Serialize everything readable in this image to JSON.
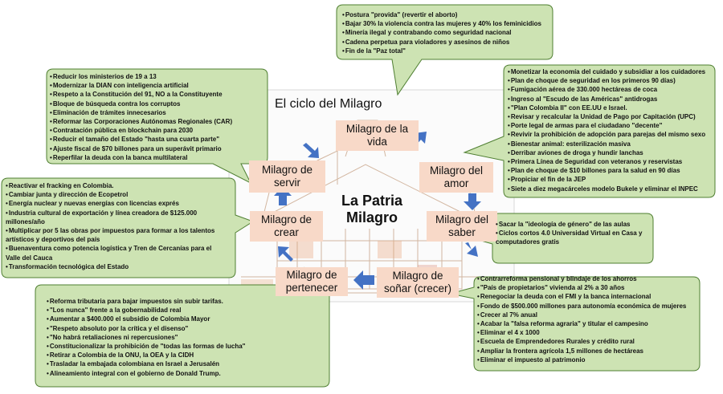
{
  "diagram": {
    "title": "El ciclo del Milagro",
    "center_label": "La Patria\nMilagro",
    "colors": {
      "bubble_fill": "#cde3b3",
      "bubble_stroke": "#4f7f32",
      "node_fill": "#f8d9c8",
      "arrow": "#4472c4"
    },
    "nodes": {
      "vida": "Milagro de la\nvida",
      "amor": "Milagro del\namor",
      "saber": "Milagro del\nsaber",
      "sonar": "Milagro de\nsoñar (crecer)",
      "pertenecer": "Milagro de\npertenecer",
      "crear": "Milagro de\ncrear",
      "servir": "Milagro de\nservir"
    },
    "bubbles": {
      "vida": [
        "Postura \"provida\" (revertir el aborto)",
        "Bajar 30% la violencia contra las mujeres y 40% los feminicidios",
        "Minería ilegal y contrabando como seguridad nacional",
        "Cadena perpetua para violadores y asesinos de niños",
        "Fin de la \"Paz total\""
      ],
      "amor": [
        "Monetizar la economía del cuidado y subsidiar a los cuidadores",
        "Plan de choque de seguridad en los primeros 90 días)",
        "Fumigación aérea de 330.000 hectáreas de coca",
        "Ingreso al \"Escudo de las Américas\" antidrogas",
        "\"Plan Colombia II\" con EE.UU e Israel.",
        "Revisar y recalcular la Unidad de Pago por Capitación (UPC)",
        "Porte legal de armas para el ciudadano \"decente\"",
        "Revivir la prohibición de adopción para parejas del mismo sexo",
        "Bienestar animal: esterilización masiva",
        "Derribar aviones de droga y hundir lanchas",
        "Primera Línea de Seguridad con veteranos y reservistas",
        "Plan de choque de $10 billones para la salud en 90 días",
        "Propiciar el fin de la JEP",
        "Siete a diez megacárceles modelo Bukele y eliminar el INPEC"
      ],
      "saber": [
        "Sacar la \"ideología de género\" de las aulas",
        "Ciclos cortos 4.0 Universidad Virtual en Casa y computadores gratis"
      ],
      "sonar": [
        "Contrarreforma pensional y blindaje de los ahorros",
        "\"País de propietarios\" vivienda al 2% a 30 años",
        "Renegociar la deuda con el FMI y la banca internacional",
        "Fondo de $500.000 millones para autonomía económica de mujeres",
        "Crecer al 7% anual",
        "Acabar la \"falsa reforma agraria\" y titular el campesino",
        "Eliminar el 4 x 1000",
        "Escuela de Emprendedores Rurales y crédito rural",
        "Ampliar la frontera agrícola 1,5 millones de hectáreas",
        "Eliminar el impuesto al patrimonio"
      ],
      "pertenecer": [
        "Reforma tributaria para bajar impuestos sin subir tarifas.",
        "\"Los nunca\" frente a la gobernabilidad real",
        "Aumentar a $400.000 el subsidio de Colombia Mayor",
        "\"Respeto absoluto por la crítica y el disenso\"",
        "\"No habrá retaliaciones ni repercusiones\"",
        "Constitucionalizar la prohibición de \"todas las formas de lucha\"",
        "Retirar a Colombia de la ONU, la OEA y la CIDH",
        "Trasladar la embajada colombiana en Israel a Jerusalén",
        "Alineamiento integral con el gobierno de Donald Trump."
      ],
      "crear": [
        "Reactivar el fracking en Colombia.",
        "Cambiar junta y dirección de Ecopetrol",
        "Energía nuclear y nuevas energías con licencias exprés",
        "Industria cultural de exportación y línea creadora de $125.000 millones/año",
        "Multiplicar por 5 las obras por impuestos para formar a los talentos artísticos y deportivos del país",
        "Buenaventura como potencia logística y Tren de Cercanías para el Valle  del Cauca",
        "Transformación tecnológica del Estado"
      ],
      "servir": [
        "Reducir los ministerios de 19 a 13",
        "Modernizar la DIAN con inteligencia artificial",
        "Respeto a la Constitución del 91, NO a la Constituyente",
        "Bloque de búsqueda contra los corruptos",
        "Eliminación de trámites innecesarios",
        "Reformar las Corporaciones Autónomas Regionales (CAR)",
        "Contratación pública en blockchain para 2030",
        "Reducir el tamaño del Estado \"hasta una cuarta parte\"",
        "Ajuste fiscal de $70 billones para un superávit primario",
        "Reperfilar la deuda con la banca multilateral"
      ]
    }
  }
}
